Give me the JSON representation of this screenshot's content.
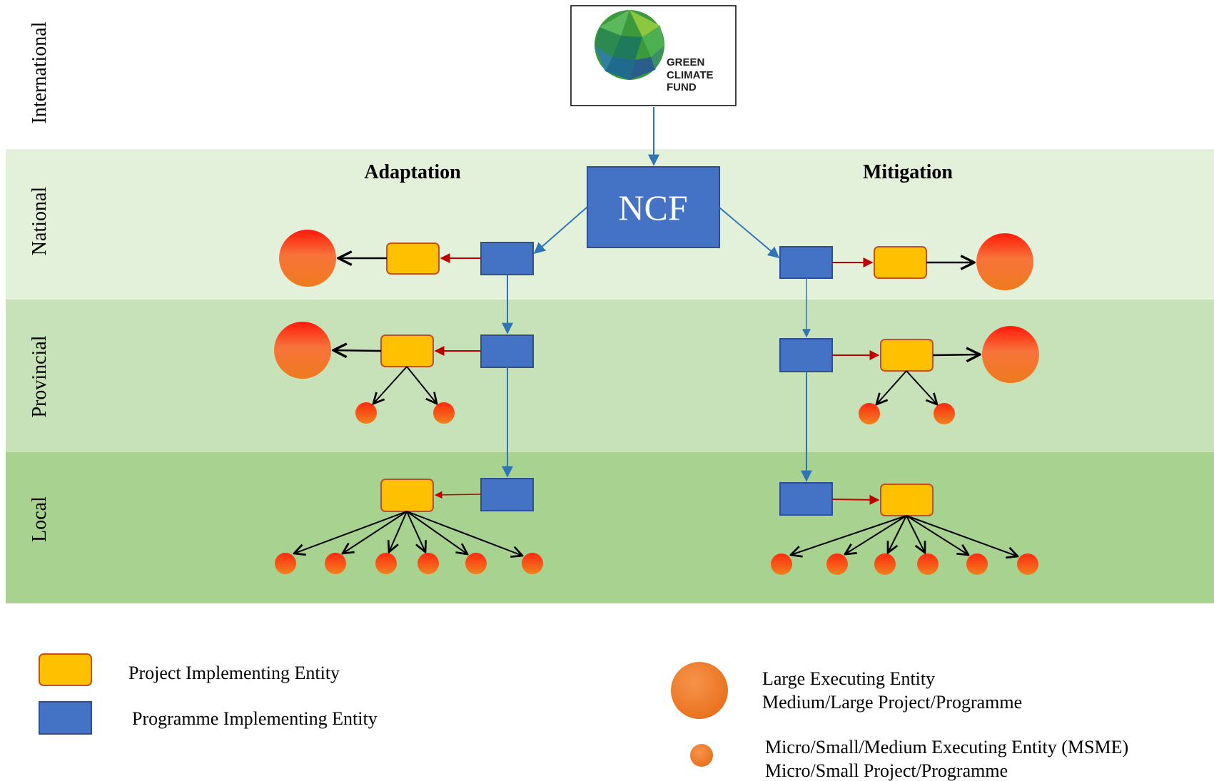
{
  "levels": {
    "international": "International",
    "national": "National",
    "provincial": "Provincial",
    "local": "Local"
  },
  "headings": {
    "adaptation": "Adaptation",
    "mitigation": "Mitigation"
  },
  "top_entity": {
    "logo_lines": [
      "GREEN",
      "CLIMATE",
      "FUND"
    ]
  },
  "central_node": {
    "label": "NCF"
  },
  "legend": {
    "project_entity": "Project Implementing Entity",
    "programme_entity": "Programme Implementing Entity",
    "large_entity_line1": "Large Executing Entity",
    "large_entity_line2": "Medium/Large Project/Programme",
    "msme_line1": "Micro/Small/Medium Executing Entity (MSME)",
    "msme_line2": "Micro/Small Project/Programme"
  },
  "colors": {
    "band_national": "#e3f0da",
    "band_provincial": "#c7e2b8",
    "band_local": "#a8d290",
    "programme_fill": "#4472c4",
    "programme_stroke": "#2f4f8f",
    "project_fill": "#ffc000",
    "project_stroke": "#c0502a",
    "blue_arrow": "#2e75b6",
    "red_arrow": "#c00000",
    "black_arrow": "#000000"
  }
}
